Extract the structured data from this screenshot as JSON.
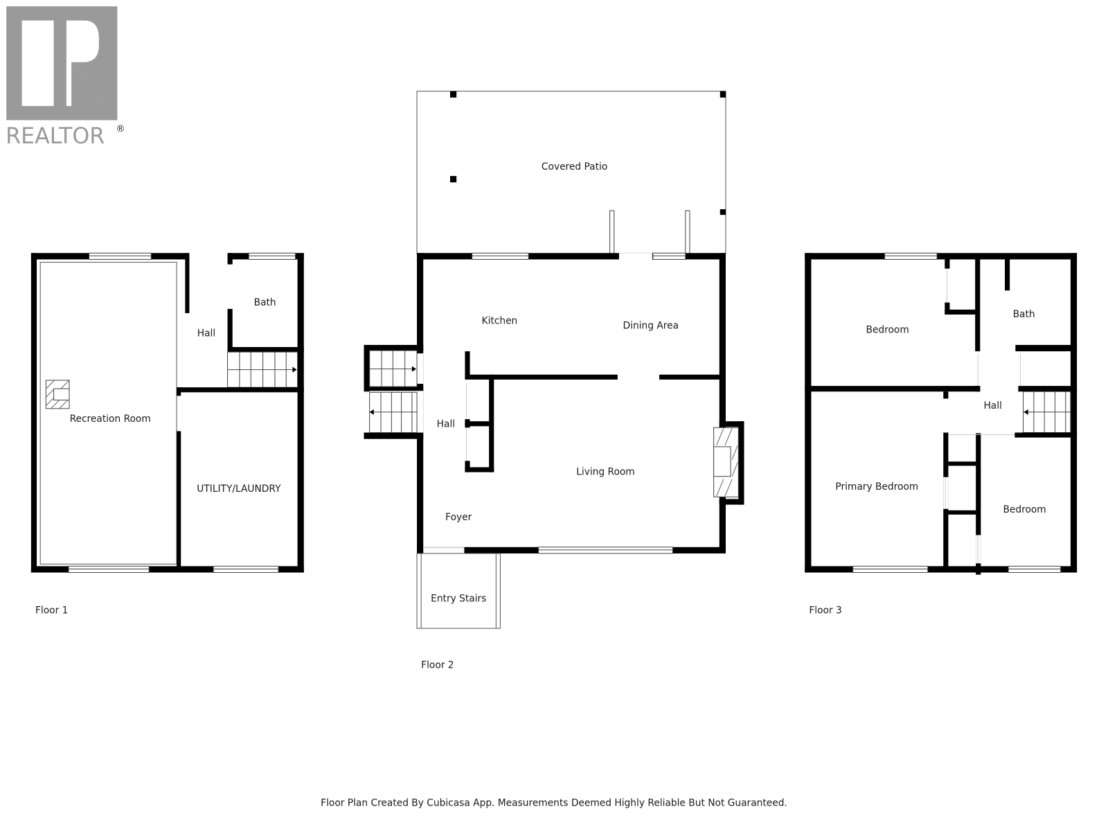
{
  "logo": {
    "text": "REALTOR",
    "registered_mark": "®",
    "color": "#9a9a9a"
  },
  "floors": [
    {
      "label": "Floor 1",
      "rooms": [
        {
          "name": "Bath"
        },
        {
          "name": "Hall"
        },
        {
          "name": "Recreation Room"
        },
        {
          "name": "UTILITY/LAUNDRY"
        }
      ]
    },
    {
      "label": "Floor 2",
      "rooms": [
        {
          "name": "Covered Patio"
        },
        {
          "name": "Kitchen"
        },
        {
          "name": "Dining Area"
        },
        {
          "name": "Hall"
        },
        {
          "name": "Living Room"
        },
        {
          "name": "Foyer"
        },
        {
          "name": "Entry Stairs"
        }
      ]
    },
    {
      "label": "Floor 3",
      "rooms": [
        {
          "name": "Bedroom"
        },
        {
          "name": "Bath"
        },
        {
          "name": "Hall"
        },
        {
          "name": "Primary Bedroom"
        },
        {
          "name": "Bedroom"
        }
      ]
    }
  ],
  "footer": {
    "disclaimer": "Floor Plan Created By Cubicasa App. Measurements Deemed Highly Reliable But Not Guaranteed."
  },
  "colors": {
    "wall": "#000000",
    "background": "#ffffff",
    "text": "#1a1a1a"
  }
}
